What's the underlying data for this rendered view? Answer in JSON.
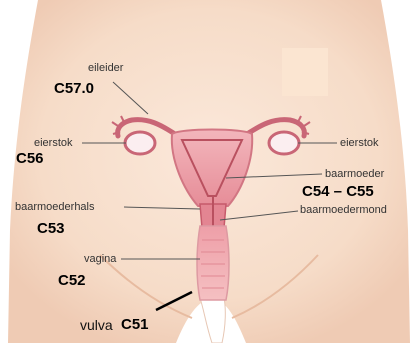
{
  "diagram": {
    "labels": {
      "eileider": "eileider",
      "eierstok_left": "eierstok",
      "eierstok_right": "eierstok",
      "baarmoeder": "baarmoeder",
      "baarmoederhals": "baarmoederhals",
      "baarmoedermond": "baarmoedermond",
      "vagina": "vagina",
      "vulva": "vulva"
    },
    "codes": {
      "eileider": "C57.0",
      "eierstok": "C56",
      "baarmoeder": "C54 – C55",
      "baarmoederhals": "C53",
      "vagina": "C52",
      "vulva": "C51"
    },
    "colors": {
      "skin": "#f6dcc8",
      "skin_shadow": "#ecc3a9",
      "organ": "#e58c98",
      "organ_dark": "#c65a6b",
      "ovary": "#fbeef0",
      "leader": "#555555"
    }
  }
}
